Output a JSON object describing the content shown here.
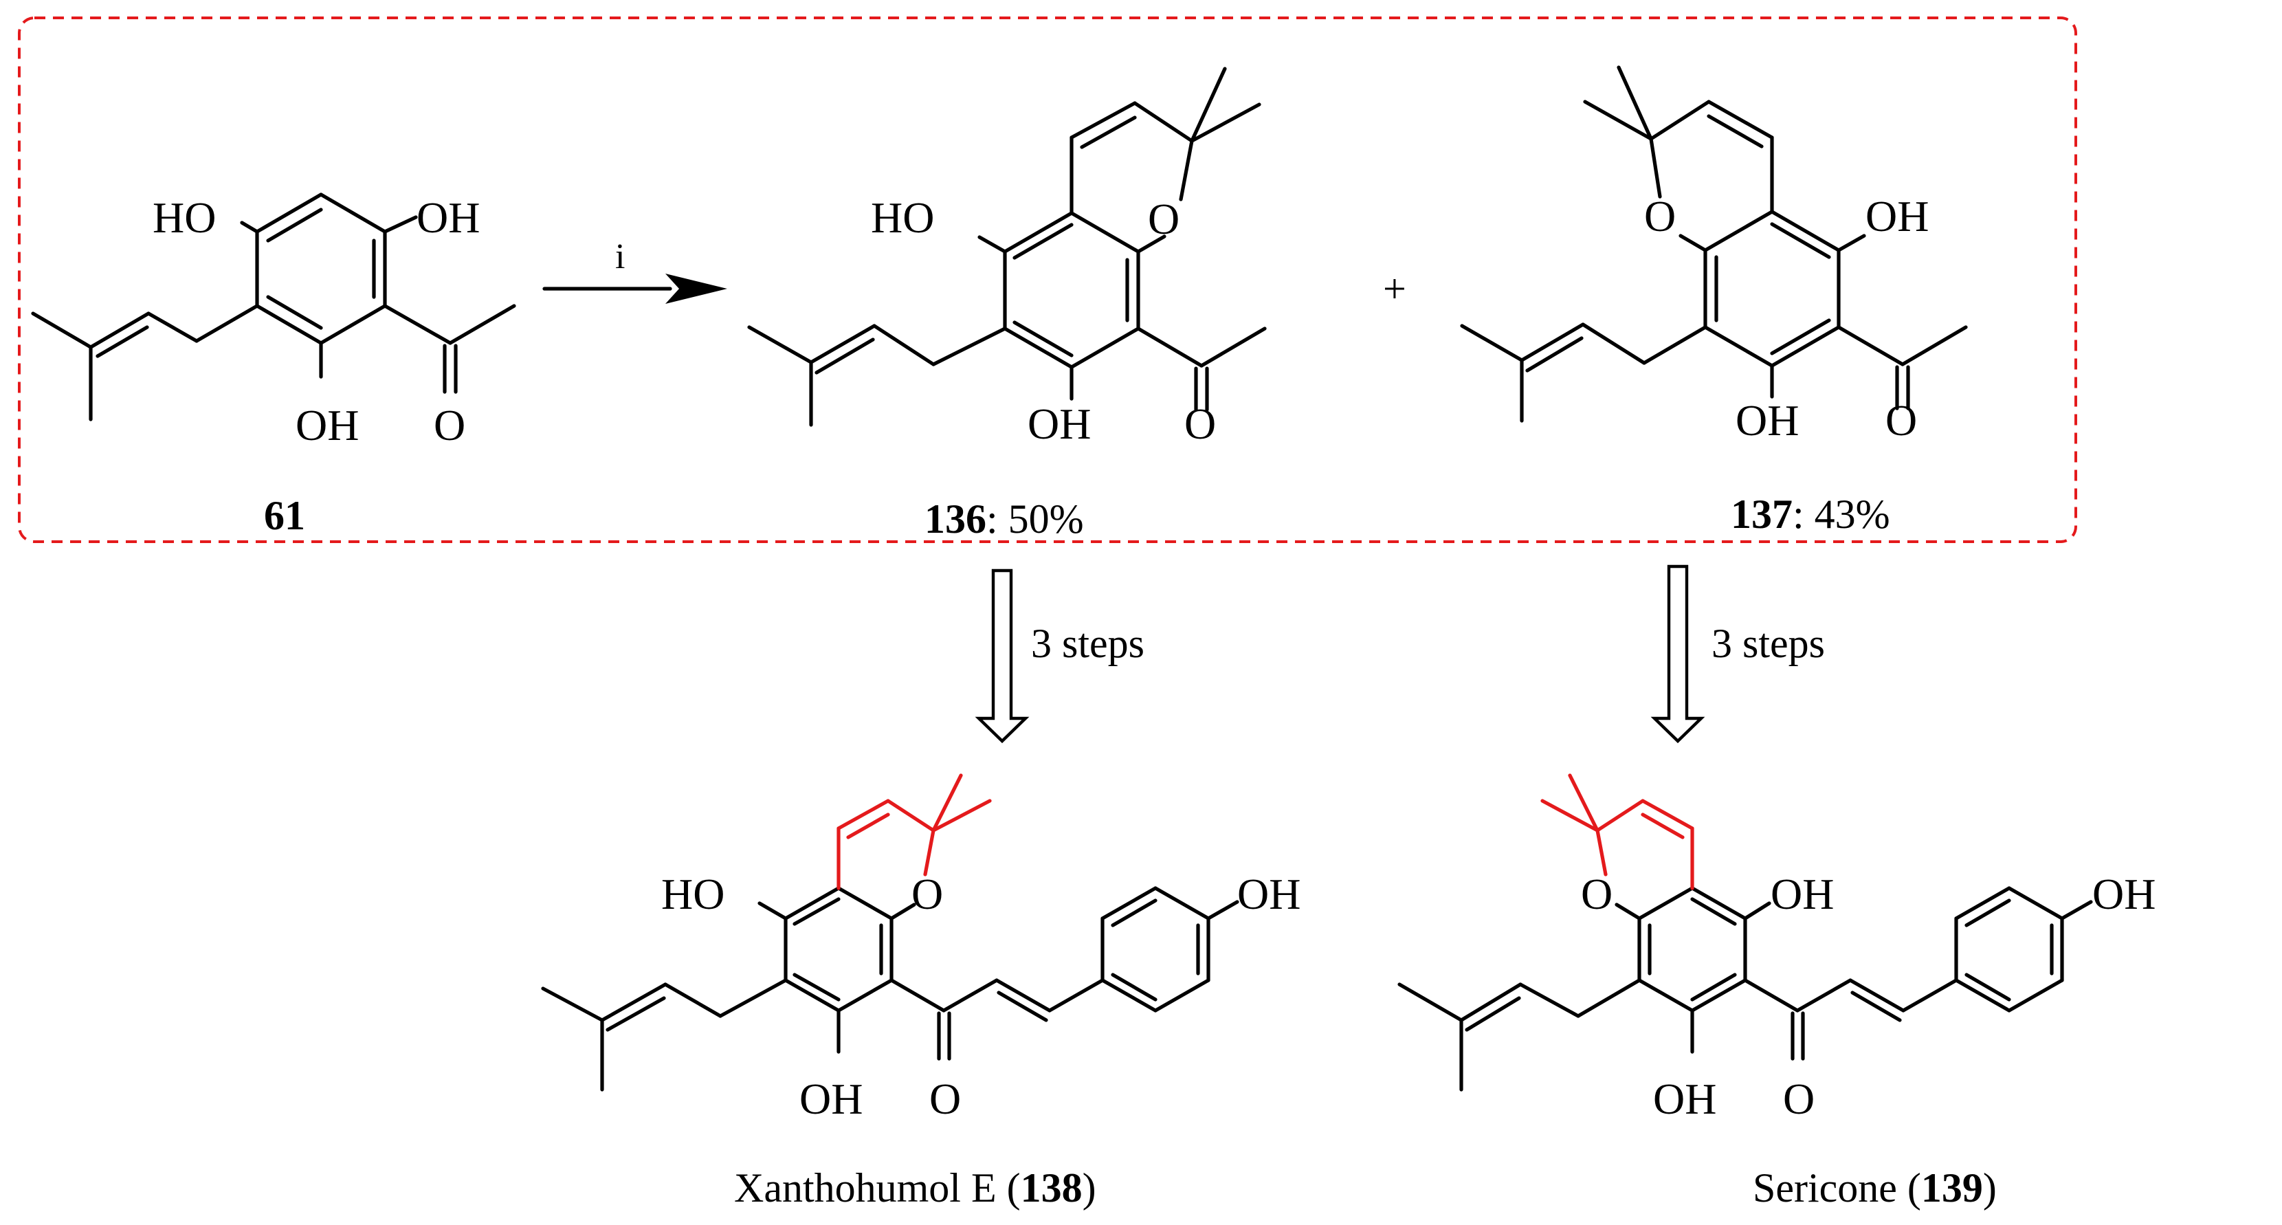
{
  "scheme": {
    "reaction_condition": "i",
    "plus_sign": "+",
    "step_label_left": "3 steps",
    "step_label_right": "3 steps",
    "colors": {
      "dashed_box": "#e41a1c",
      "highlighted_bonds": "#e41a1c",
      "structure": "#000000"
    }
  },
  "compounds": {
    "c61": {
      "number": "61",
      "atoms": {
        "ho_left": "HO",
        "oh_right": "OH",
        "oh_bottom": "OH",
        "carbonyl_o": "O"
      }
    },
    "c136": {
      "number": "136",
      "yield": ": 50%",
      "atoms": {
        "ho_left": "HO",
        "ring_o": "O",
        "oh_bottom": "OH",
        "carbonyl_o": "O"
      }
    },
    "c137": {
      "number": "137",
      "yield": ": 43%",
      "atoms": {
        "ring_o": "O",
        "oh_right": "OH",
        "oh_bottom": "OH",
        "carbonyl_o": "O"
      }
    },
    "c138": {
      "name": "Xanthohumol E (",
      "number": "138",
      "close": ")",
      "atoms": {
        "ho_left": "HO",
        "ring_o": "O",
        "oh_bottom": "OH",
        "carbonyl_o": "O",
        "phenol_oh": "OH"
      }
    },
    "c139": {
      "name": "Sericone (",
      "number": "139",
      "close": ")",
      "atoms": {
        "ring_o": "O",
        "oh_right": "OH",
        "oh_bottom": "OH",
        "carbonyl_o": "O",
        "phenol_oh": "OH"
      }
    }
  }
}
